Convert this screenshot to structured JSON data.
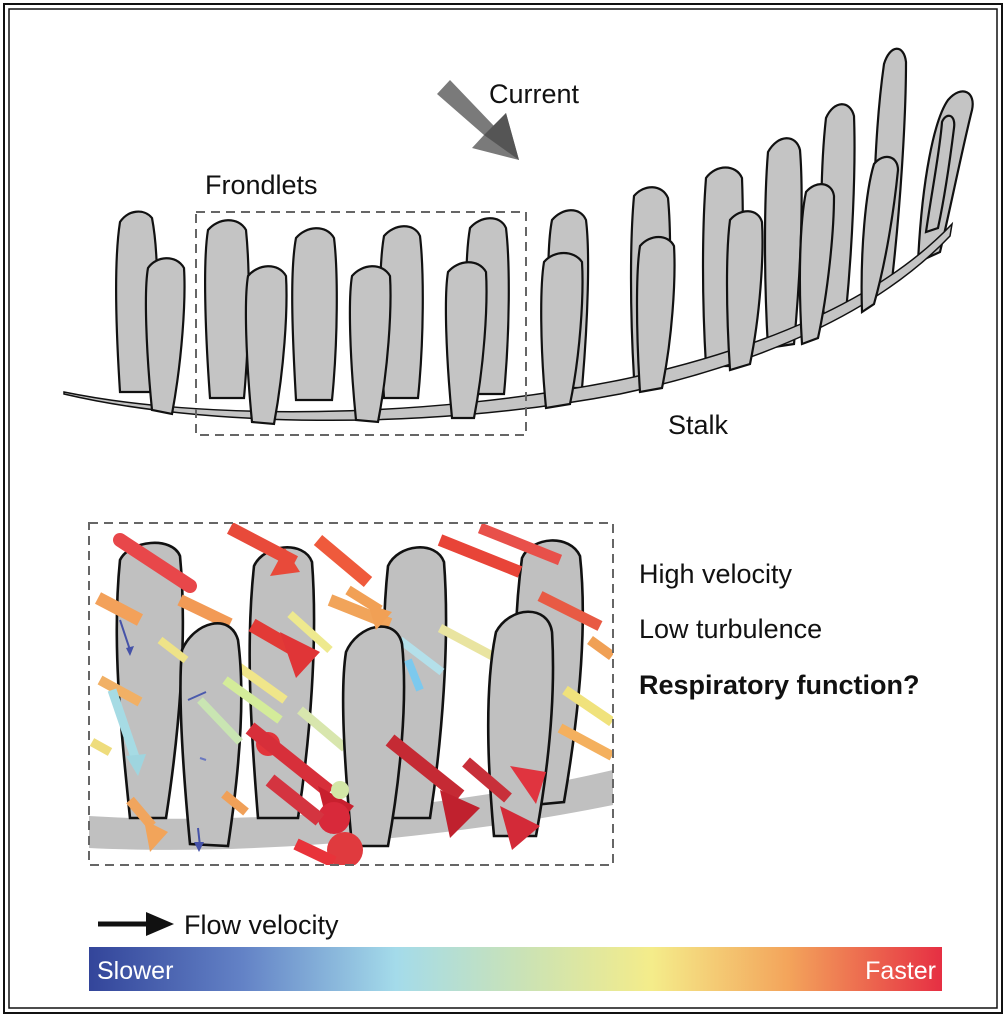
{
  "labels": {
    "current": "Current",
    "frondlets": "Frondlets",
    "stalk": "Stalk",
    "high_velocity": "High velocity",
    "low_turbulence": "Low turbulence",
    "respiratory": "Respiratory function?",
    "flow_velocity": "Flow velocity",
    "slower": "Slower",
    "faster": "Faster"
  },
  "colors": {
    "frondlet_fill": "#c4c4c4",
    "outline": "#111111",
    "current_arrow": "#777777",
    "scale": [
      "#3a4a9c",
      "#6a8bcb",
      "#9fd8e8",
      "#cfe3b0",
      "#f3ec8a",
      "#f4a95c",
      "#e8323f"
    ]
  }
}
